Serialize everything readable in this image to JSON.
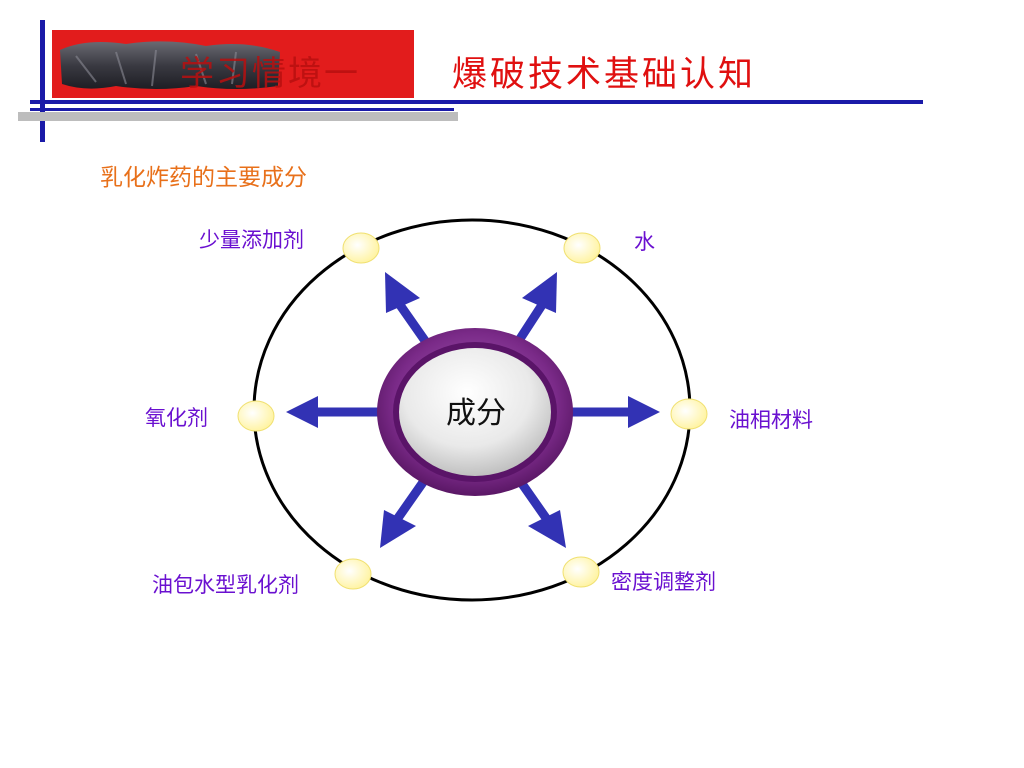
{
  "header": {
    "section_label": "学习情境一",
    "title": "爆破技术基础认知"
  },
  "subtitle": "乳化炸药的主要成分",
  "center": {
    "label": "成分"
  },
  "nodes": [
    {
      "label": "少量添加剂"
    },
    {
      "label": "水"
    },
    {
      "label": "氧化剂"
    },
    {
      "label": "油相材料"
    },
    {
      "label": "油包水型乳化剂"
    },
    {
      "label": "密度调整剂"
    }
  ],
  "colors": {
    "title": "#e01010",
    "banner": "#e21c1c",
    "rule": "#1a1aa8",
    "subtitle": "#e8701a",
    "node_label": "#6a10d0",
    "arrow": "#3232b4",
    "ring": "#6b1e78",
    "dot": "#fff6a8"
  }
}
